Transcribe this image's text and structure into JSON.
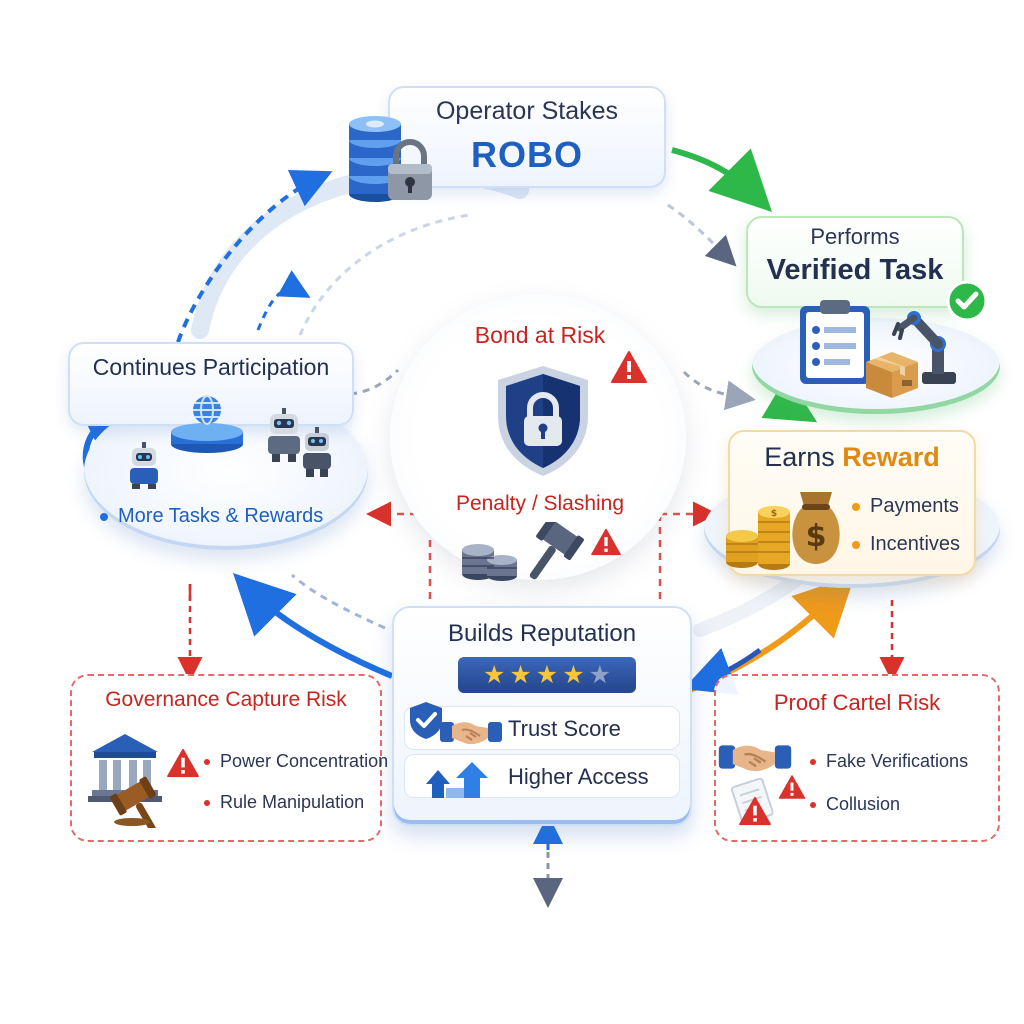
{
  "nodes": {
    "operator_stakes": {
      "title": "Operator Stakes",
      "token": "ROBO"
    },
    "verified_task": {
      "prefix": "Performs",
      "title": "Verified Task"
    },
    "earns_reward": {
      "lead": "Earns",
      "accent": "Reward",
      "bullets": [
        "Payments",
        "Incentives"
      ]
    },
    "continues_participation": {
      "title": "Continues Participation",
      "bullet": "More Tasks & Rewards"
    },
    "bond_at_risk": {
      "title": "Bond at Risk",
      "penalty": "Penalty / Slashing"
    },
    "builds_reputation": {
      "title": "Builds Reputation",
      "stars_total": 5,
      "stars_filled": 4.5,
      "rows": [
        "Trust Score",
        "Higher Access"
      ]
    }
  },
  "risks": {
    "governance": {
      "title": "Governance Capture Risk",
      "items": [
        "Power Concentration",
        "Rule Manipulation"
      ]
    },
    "proof_cartel": {
      "title": "Proof Cartel Risk",
      "items": [
        "Fake Verifications",
        "Collusion"
      ]
    }
  },
  "colors": {
    "blue": "#1f5fbf",
    "green": "#2fb84a",
    "orange": "#f09a1a",
    "red": "#d9322c",
    "navy": "#23304f"
  },
  "icons": [
    "coin-stack-icon",
    "padlock-icon",
    "clipboard-icon",
    "robot-arm-icon",
    "package-box-icon",
    "check-badge-icon",
    "money-bag-icon",
    "coins-icon",
    "globe-icon",
    "robot-icon",
    "shield-lock-icon",
    "warning-icon",
    "gavel-icon",
    "shield-check-icon",
    "handshake-icon",
    "growth-arrows-icon",
    "courthouse-icon"
  ]
}
